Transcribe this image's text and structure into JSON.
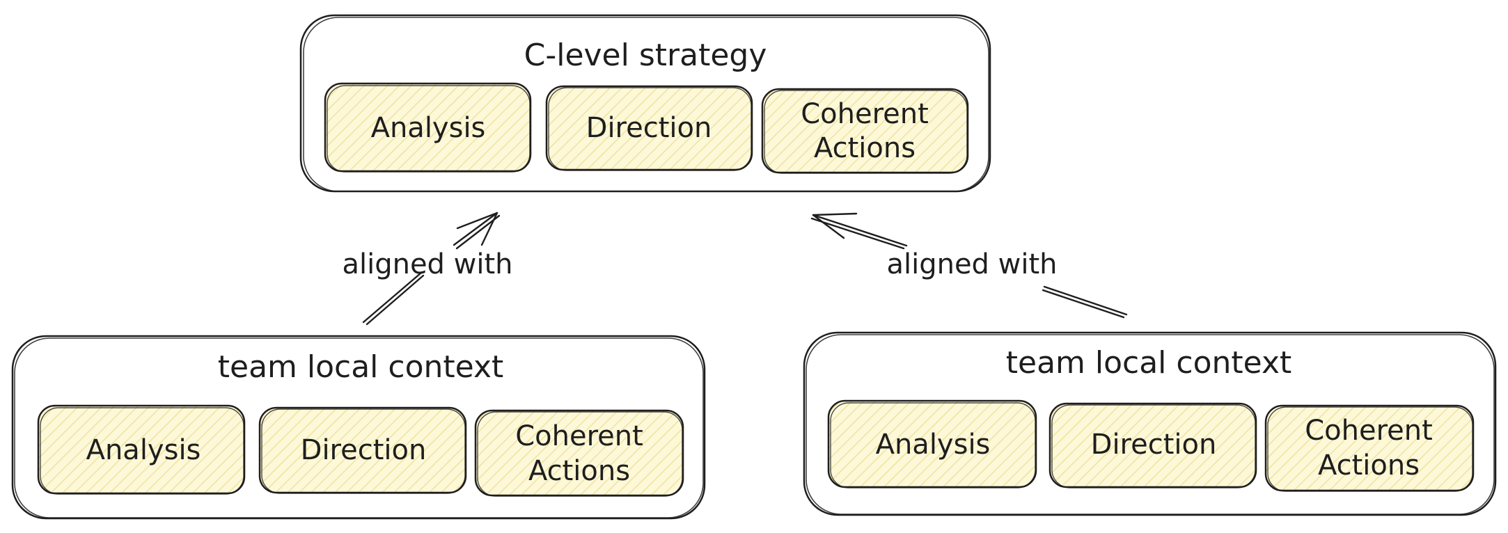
{
  "colors": {
    "ink": "#1e1e1e",
    "card_fill": "#fdf8d8",
    "hatch": "#efe3a0",
    "background": "#ffffff"
  },
  "top_group": {
    "title": "C-level strategy",
    "cards": [
      "Analysis",
      "Direction",
      [
        "Coherent",
        "Actions"
      ]
    ]
  },
  "left_group": {
    "title": "team local context",
    "cards": [
      "Analysis",
      "Direction",
      [
        "Coherent",
        "Actions"
      ]
    ]
  },
  "right_group": {
    "title": "team local context",
    "cards": [
      "Analysis",
      "Direction",
      [
        "Coherent",
        "Actions"
      ]
    ]
  },
  "arrows": {
    "left_label": "aligned with",
    "right_label": "aligned with"
  }
}
